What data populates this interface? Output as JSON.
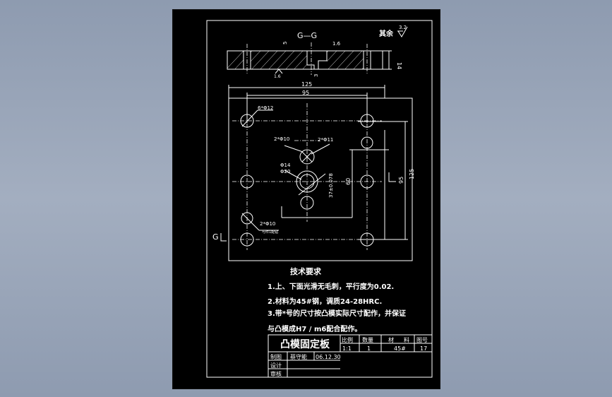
{
  "section": {
    "label": "G—G",
    "cut_marker": "G",
    "dim_thickness": "14",
    "dim_a": "5",
    "dim_b": "3",
    "dim_c": "1.6"
  },
  "roughness": {
    "prefix": "其余",
    "value": "3.2"
  },
  "plan": {
    "dim_width_outer": "125",
    "dim_width_inner": "95",
    "dim_height_outer": "125",
    "dim_height_inner": "95",
    "dim_60": "60",
    "dim_37": "37±0.078",
    "hole_6x12": "6*Φ12",
    "hole_2x10_top": "2*Φ10",
    "hole_2x11": "2*Φ11",
    "hole_14": "Φ14",
    "hole_20": "Φ20",
    "hole_2x10_bottom": "2*Φ10",
    "note_small": "与件1配钻"
  },
  "requirements": {
    "title": "技术要求",
    "items": [
      "1.上、下面光滑无毛刺，平行度为0.02.",
      "2.材料为45#钢，调质24-28HRC.",
      "3.带*号的尺寸按凸模实际尺寸配作，并保证",
      "与凸模成H7 / m6配合配作。"
    ]
  },
  "title_block": {
    "part_name": "凸模固定板",
    "headers": [
      "比例",
      "数量",
      "材",
      "料",
      "图号"
    ],
    "values": [
      "1:1",
      "1",
      "45#",
      "17"
    ],
    "drawn_label": "制图",
    "drawn_name": "蔡守能",
    "drawn_date": "06.12.30",
    "design_label": "设计",
    "check_label": "审核"
  }
}
